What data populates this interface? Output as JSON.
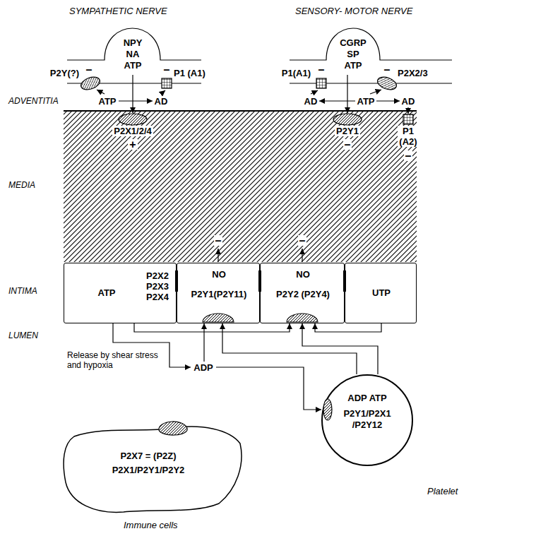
{
  "diagram": {
    "nodes": [
      {
        "text": [
          "NPY",
          "NA",
          "ATP"
        ]
      },
      {
        "text": [
          "P2Y(?)"
        ]
      },
      {
        "text": [
          "P1 (A1)"
        ]
      },
      {
        "text": [
          "CGRP",
          "SP",
          "ATP"
        ]
      },
      {
        "text": [
          "P1(A1)"
        ]
      },
      {
        "text": [
          "P2X2/3"
        ]
      },
      {
        "text": [
          "P2X1/2/4"
        ]
      },
      {
        "text": [
          "P2Y1"
        ]
      },
      {
        "text": [
          "P1 (A2)"
        ]
      },
      {
        "text": [
          "ATP",
          "P2X2 P2X3 P2X4"
        ]
      },
      {
        "text": [
          "NO",
          "P2Y1(P2Y11)"
        ]
      },
      {
        "text": [
          "NO",
          "P2Y2 (P2Y4)"
        ]
      },
      {
        "text": [
          "UTP"
        ]
      },
      {
        "text": [
          "ADP"
        ]
      },
      {
        "text": [
          "P2X7 = (P2Z)",
          "P2X1/P2Y1/P2Y2",
          "Immune cells"
        ]
      },
      {
        "text": [
          "ADP ATP",
          "P2Y1/P2X1",
          "/P2Y12",
          "Platelet"
        ]
      }
    ],
    "edges": [
      {
        "from": 0,
        "to": 6,
        "arrow": "to"
      },
      {
        "from": 3,
        "to": 7,
        "arrow": "to"
      },
      {
        "from": 9,
        "to": 13,
        "arrow": "to"
      },
      {
        "from": 9,
        "to": 11,
        "arrow": "to"
      },
      {
        "from": 13,
        "to": 10,
        "arrow": "to"
      },
      {
        "from": 13,
        "to": 15,
        "arrow": "to"
      },
      {
        "from": 15,
        "to": 10,
        "arrow": "to"
      },
      {
        "from": 15,
        "to": 11,
        "arrow": "to"
      },
      {
        "from": 12,
        "to": 11,
        "arrow": "to"
      }
    ],
    "labels": [
      "SYMPATHETIC NERVE",
      "SENSORY- MOTOR NERVE",
      "–",
      "–",
      "–",
      "–",
      "ADVENTITIA",
      "ATP",
      "AD",
      "AD",
      "ATP",
      "AD",
      "+",
      "–",
      "–",
      "MEDIA",
      "–",
      "–",
      "INTIMA",
      "LUMEN",
      "Release by shear stress and hypoxia"
    ]
  }
}
